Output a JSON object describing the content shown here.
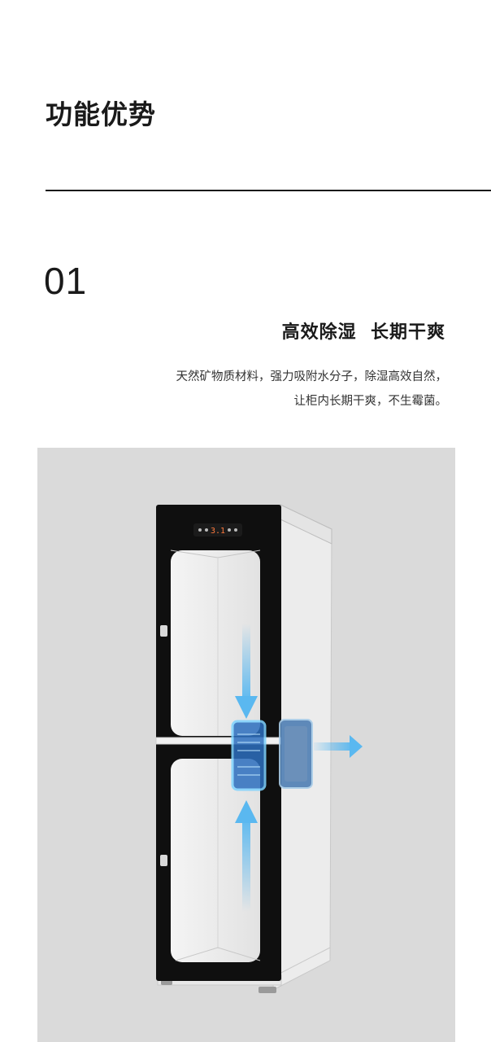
{
  "section": {
    "title": "功能优势"
  },
  "feature": {
    "number": "01",
    "heading": "高效除湿  长期干爽",
    "description_lines": [
      "天然矿物质材料，强力吸附水分子，除湿高效自然，",
      "让柜内长期干爽，不生霉菌。"
    ]
  },
  "product": {
    "display_text": "3.1",
    "colors": {
      "background": "#dadada",
      "frame": "#0f0f0f",
      "airflow": "#5ab8f0"
    }
  }
}
